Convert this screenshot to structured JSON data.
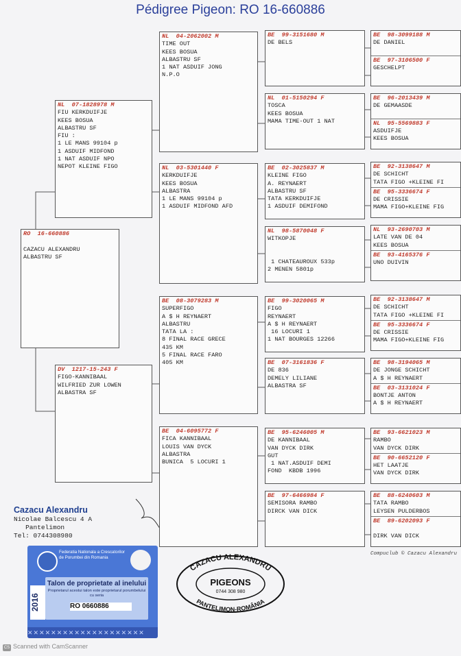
{
  "title": "Pédigree Pigeon: RO  16-660886",
  "boxes": {
    "subject": {
      "head": "RO  16-660886",
      "lines": [
        "",
        "CAZACU ALEXANDRU",
        "ALBASTRU SF"
      ]
    },
    "sire": {
      "head": "NL  07-1828978 M",
      "lines": [
        "FIU KERKDUIFJE",
        "KEES BOSUA",
        "ALBASTRU SF",
        "FIU :",
        "1 LE MANS 99104 p",
        "1 ASDUIF MIDFOND",
        "1 NAT ASDUIF NPO",
        "NEPOT KLEINE FIGO"
      ]
    },
    "dam": {
      "head": "DV  1217-15-243 F",
      "lines": [
        "FIGO-KANNIBAAL",
        "WILFRIED ZUR LOWEN",
        "ALBASTRA SF"
      ]
    },
    "ss": {
      "head": "NL  04-2062002 M",
      "lines": [
        "TIME OUT",
        "KEES BOSUA",
        "ALBASTRU SF",
        "1 NAT ASDUIF JONG",
        "N.P.O"
      ]
    },
    "sd": {
      "head": "NL  03-5301440 F",
      "lines": [
        "KERKDUIFJE",
        "KEES BOSUA",
        "ALBASTRA",
        "1 LE MANS 99104 p",
        "1 ASDUIF MIDFOND AFD"
      ]
    },
    "ds": {
      "head": "BE  08-3079283 M",
      "lines": [
        "SUPERFIGO",
        "A $ H REYNAERT",
        "ALBASTRU",
        "TATA LA :",
        "8 FINAL RACE GRECE",
        "435 KM",
        "5 FINAL RACE FARO",
        "405 KM"
      ]
    },
    "dd": {
      "head": "BE  04-6095772 F",
      "lines": [
        "FICA KANNIBAAL",
        "LOUIS VAN DYCK",
        "ALBASTRA",
        "BUNICA  5 LOCURI 1"
      ]
    },
    "sss": {
      "head": "BE  99-3151680 M",
      "lines": [
        "DE BELS"
      ]
    },
    "ssd": {
      "head": "NL  01-5150294 F",
      "lines": [
        "TOSCA",
        "KEES BOSUA",
        "MAMA TIME-OUT 1 NAT"
      ]
    },
    "sds": {
      "head": "BE  02-3025837 M",
      "lines": [
        "KLEINE FIGO",
        "A. REYNAERT",
        "ALBASTRU SF",
        "TATA KERKDUIFJE",
        "1 ASDUIF DEMIFOND"
      ]
    },
    "sdd": {
      "head": "NL  98-5870048 F",
      "lines": [
        "WITKOPJE",
        "",
        "",
        " 1 CHATEAUROUX 533p",
        "2 MENEN 5801p"
      ]
    },
    "dss": {
      "head": "BE  99-3020065 M",
      "lines": [
        "FIGO",
        "REYNAERT",
        "A $ H REYNAERT",
        " 16 LOCURI 1",
        "1 NAT BOURGES 12266"
      ]
    },
    "dsd": {
      "head": "BE  07-3161836 F",
      "lines": [
        "DE 836",
        "DEMELY LILIANE",
        "ALBASTRA SF"
      ]
    },
    "dds": {
      "head": "BE  95-6246005 M",
      "lines": [
        "DE KANNIBAAL",
        "VAN DYCK DIRK",
        "GUT",
        " 1 NAT.ASDUIF DEMI",
        "FOND  KBDB 1996"
      ]
    },
    "ddd": {
      "head": "BE  97-6466984 F",
      "lines": [
        "SEMISORA RAMBO",
        "DIRCK VAN DICK"
      ]
    },
    "g1": [
      {
        "head": "BE  98-3099188 M",
        "lines": [
          "DE DANIEL"
        ]
      },
      {
        "head": "BE  97-3106500 F",
        "lines": [
          "GESCHELPT"
        ]
      }
    ],
    "g2": [
      {
        "head": "BE  96-2013439 M",
        "lines": [
          "DE GEMAASDE"
        ]
      },
      {
        "head": "NL  95-5569883 F",
        "lines": [
          "ASDUIFJE",
          "KEES BOSUA"
        ]
      }
    ],
    "g3": [
      {
        "head": "BE  92-3138647 M",
        "lines": [
          "DE SCHICHT",
          "TATA FIGO +KLEINE FI"
        ]
      },
      {
        "head": "BE  95-3336674 F",
        "lines": [
          "DE CRISSIE",
          "MAMA FIGO+KLEINE FIG"
        ]
      }
    ],
    "g4": [
      {
        "head": "NL  93-2690703 M",
        "lines": [
          "LATE VAN DE 04",
          "KEES BOSUA"
        ]
      },
      {
        "head": "BE  93-4165376 F",
        "lines": [
          "UNO DUIVIN"
        ]
      }
    ],
    "g5": [
      {
        "head": "BE  92-3138647 M",
        "lines": [
          "DE SCHICHT",
          "TATA FIGO +KLEINE FI"
        ]
      },
      {
        "head": "BE  95-3336674 F",
        "lines": [
          "DE CRISSIE",
          "MAMA FIGO+KLEINE FIG"
        ]
      }
    ],
    "g6": [
      {
        "head": "BE  98-3194065 M",
        "lines": [
          "DE JONGE SCHICHT",
          "A $ H REYNAERT"
        ]
      },
      {
        "head": "BE  03-3131024 F",
        "lines": [
          "BONTJE ANTON",
          "A $ H REYNAERT"
        ]
      }
    ],
    "g7": [
      {
        "head": "BE  93-6621023 M",
        "lines": [
          "RAMBO",
          "VAN DYCK DIRK"
        ]
      },
      {
        "head": "BE  90-6652120 F",
        "lines": [
          "HET LAATJE",
          "VAN DYCK DIRK"
        ]
      }
    ],
    "g8": [
      {
        "head": "BE  88-6240603 M",
        "lines": [
          "TATA RAMBO",
          "LEYSEN PULDERBOS"
        ]
      },
      {
        "head": "BE  89-6202093 F",
        "lines": [
          "",
          "DIRK VAN DICK"
        ]
      }
    ]
  },
  "owner": {
    "name": "Cazacu Alexandru",
    "address": "Nicolae Balcescu 4 A",
    "city": "   Pantelimon",
    "tel": "Tel: 0744308980"
  },
  "compuclub": "Compuclub © Cazacu Alexandru",
  "card": {
    "federation": "Federatia Nationala a Crescatorilor de Porumbei din Romania",
    "talon": "Talon de proprietate al inelului",
    "note": "Proprietarul acestui talon este proprietarul porumbelului cu seria",
    "ring": "RO  0660886",
    "year": "2016"
  },
  "stamp": {
    "top": "CAZACU ALEXANDRU",
    "center": "PIGEONS",
    "phone": "0744 308 980",
    "bottom": "PANTELIMON-ROMÂNIA"
  },
  "scanner": "Scanned with CamScanner"
}
